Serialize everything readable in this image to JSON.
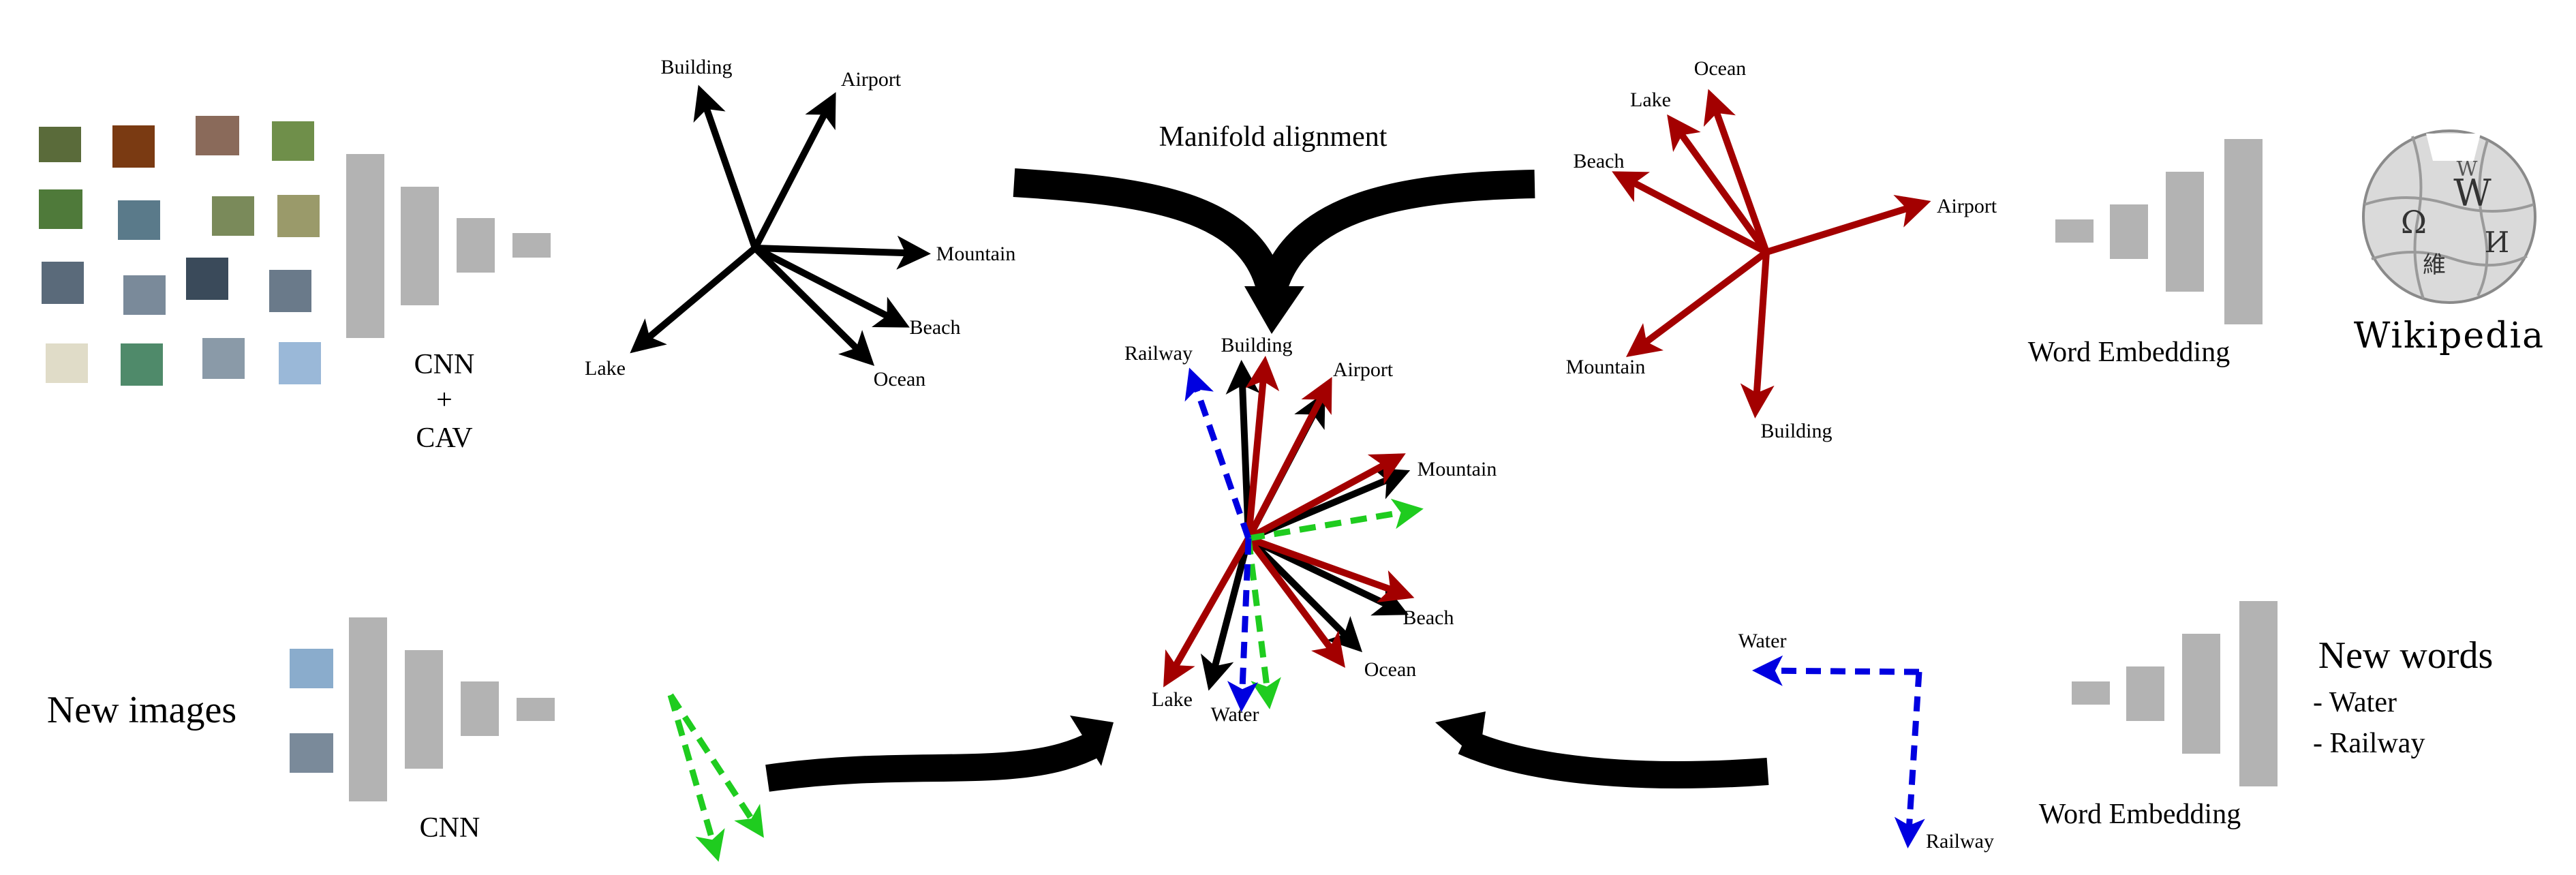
{
  "title": "Manifold alignment",
  "image_encoder": {
    "line1": "CNN",
    "line2": "+",
    "line3": "CAV"
  },
  "word_encoder_top": "Word Embedding",
  "word_encoder_bottom": "Word Embedding",
  "new_images_label": "New images",
  "new_images_encoder": "CNN",
  "new_words": {
    "title": "New words",
    "items": [
      "- Water",
      "- Railway"
    ]
  },
  "wikipedia_logo_text": "Wikipedia",
  "colors": {
    "image_vectors": "#000000",
    "word_vectors": "#a30000",
    "new_image_vectors": "#1fcc1f",
    "new_word_vectors": "#0000e0",
    "encoder_bars": "#b3b3b3"
  },
  "image_space": {
    "labels": [
      "Building",
      "Airport",
      "Mountain",
      "Beach",
      "Ocean",
      "Lake"
    ]
  },
  "word_space": {
    "labels": [
      "Ocean",
      "Lake",
      "Beach",
      "Airport",
      "Mountain",
      "Building"
    ]
  },
  "aligned_space": {
    "labels": [
      "Railway",
      "Building",
      "Airport",
      "Mountain",
      "Beach",
      "Ocean",
      "Lake",
      "Water"
    ]
  },
  "new_word_space": {
    "labels": [
      "Water",
      "Railway"
    ]
  }
}
